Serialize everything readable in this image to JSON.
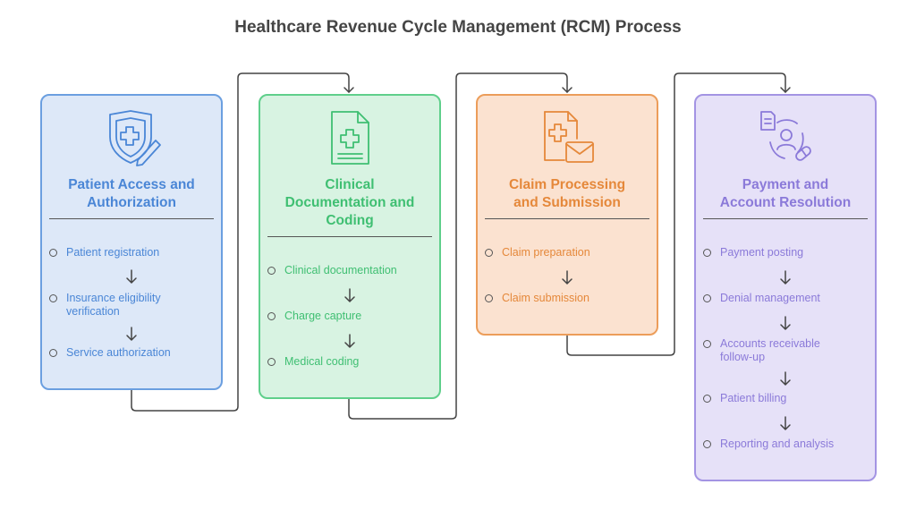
{
  "title": "Healthcare Revenue Cycle Management (RCM) Process",
  "colors": {
    "blue": "#4a86d6",
    "green": "#3fbf72",
    "orange": "#e5883a",
    "purple": "#8b7ad9",
    "connector": "#444444"
  },
  "stages": [
    {
      "heading": "Patient Access and\nAuthorization",
      "icon": "shield-medical-pen-icon",
      "items": [
        "Patient registration",
        "Insurance eligibility\nverification",
        "Service authorization"
      ]
    },
    {
      "heading": "Clinical\nDocumentation and\nCoding",
      "icon": "medical-document-icon",
      "items": [
        "Clinical documentation",
        "Charge capture",
        "Medical coding"
      ]
    },
    {
      "heading": "Claim Processing\nand Submission",
      "icon": "medical-claim-envelope-icon",
      "items": [
        "Claim preparation",
        "Claim submission"
      ]
    },
    {
      "heading": "Payment and\nAccount Resolution",
      "icon": "patient-billing-icon",
      "items": [
        "Payment posting",
        "Denial management",
        "Accounts receivable\nfollow-up",
        "Patient billing",
        "Reporting and analysis"
      ]
    }
  ]
}
